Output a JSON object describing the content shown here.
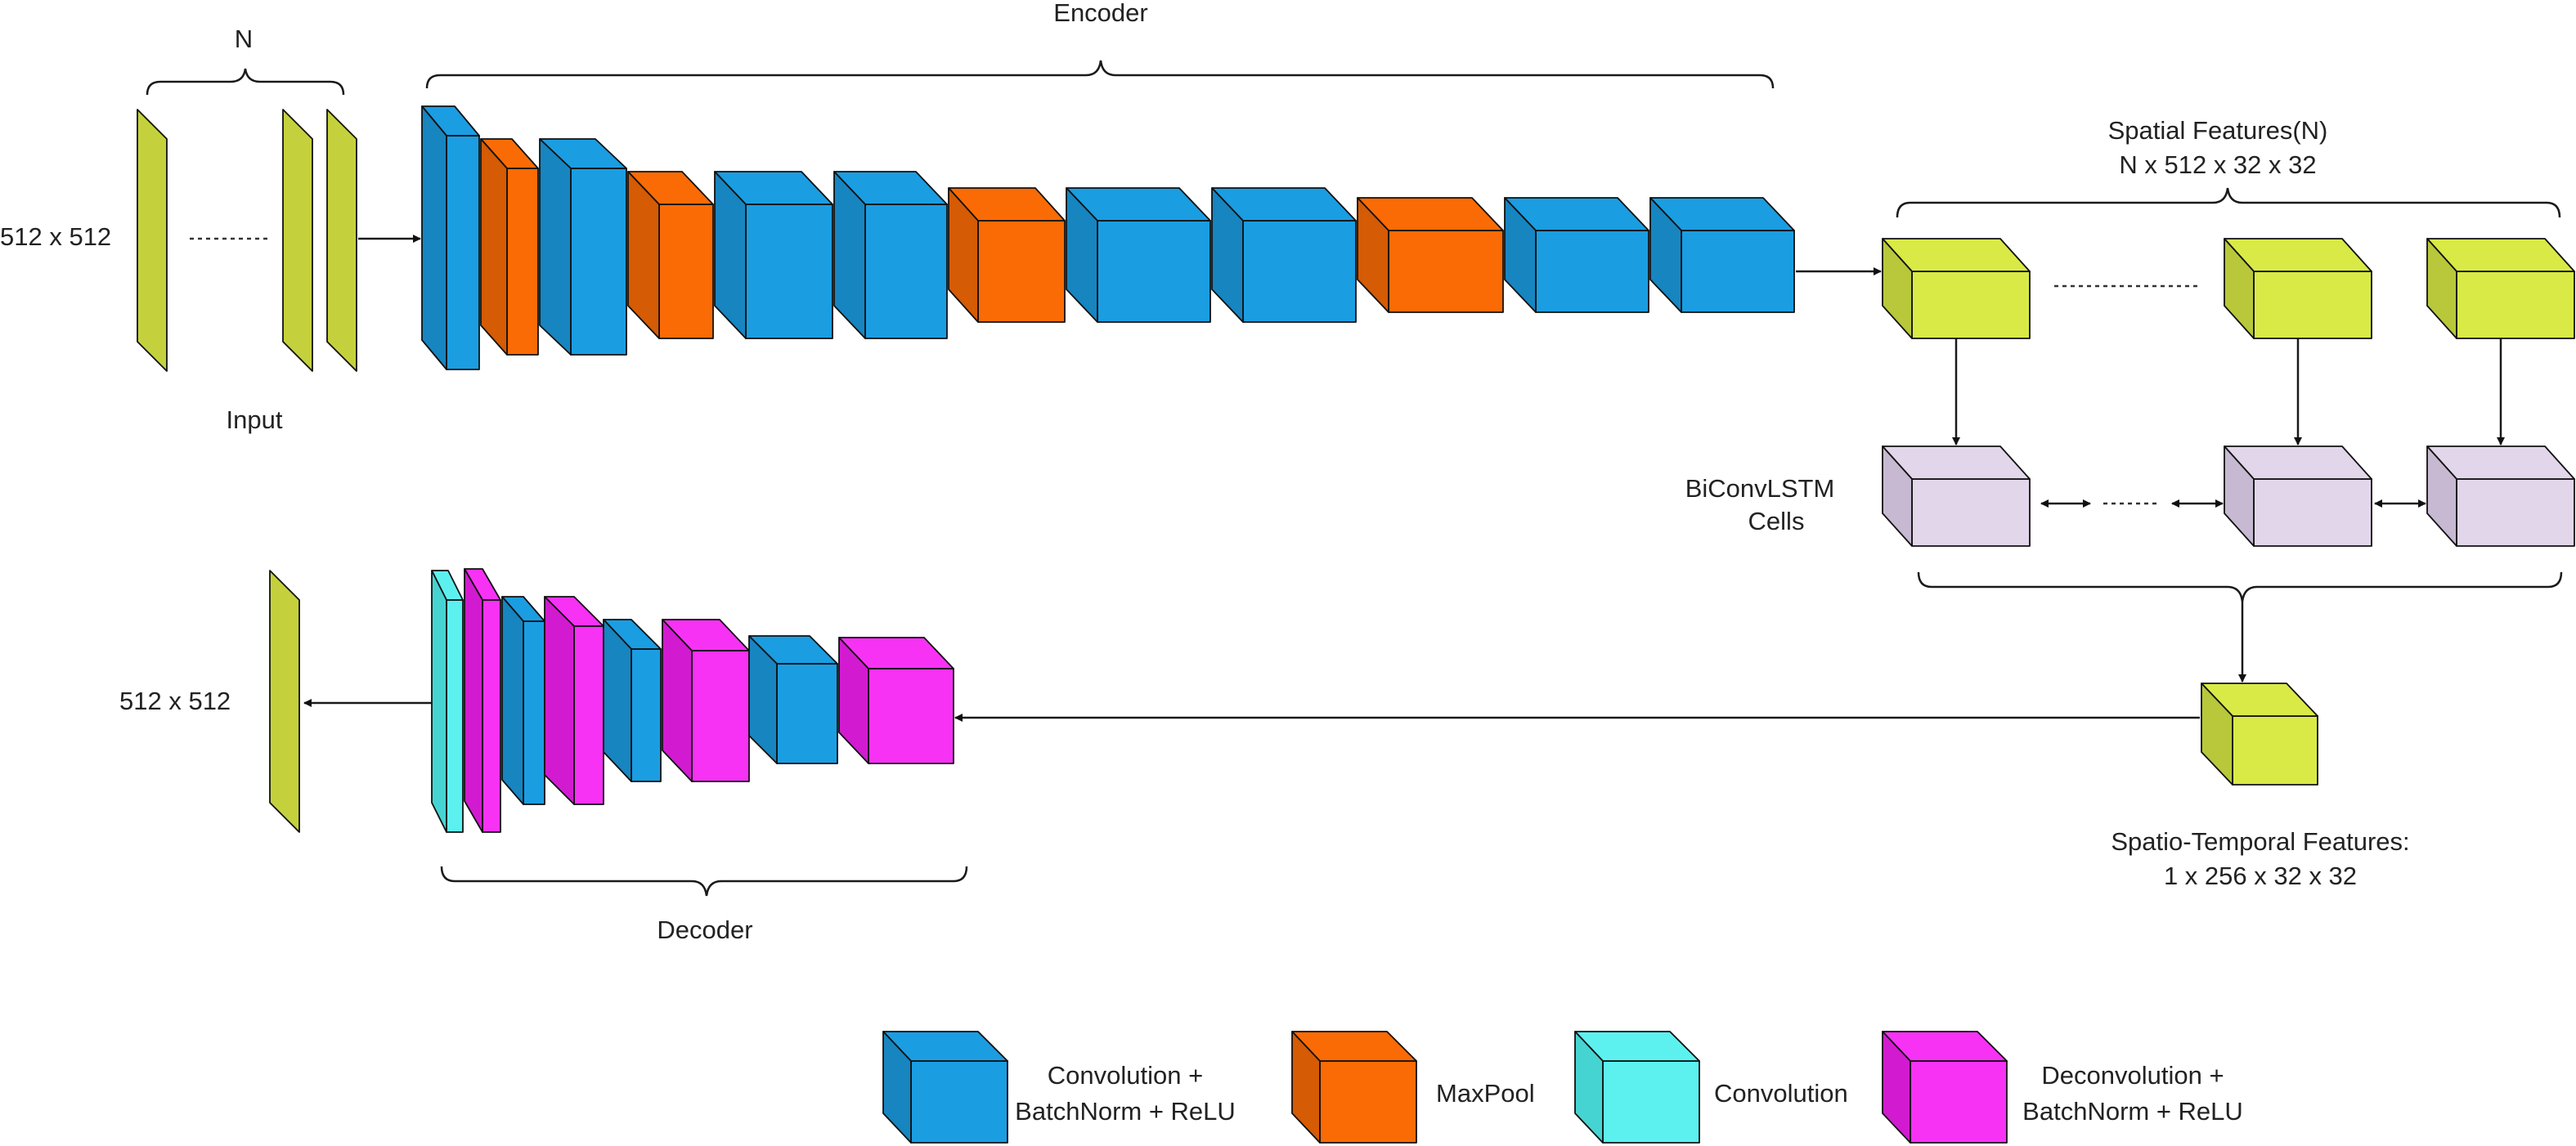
{
  "labels": {
    "encoder": "Encoder",
    "n": "N",
    "input_res": "512 x 512",
    "input": "Input",
    "spatial_line1": "Spatial Features(N)",
    "spatial_line2": "N x 512 x 32 x 32",
    "biconv_line1": "BiConvLSTM",
    "biconv_line2": "Cells",
    "output_res": "512 x 512",
    "decoder": "Decoder",
    "st_line1": "Spatio-Temporal Features:",
    "st_line2": "1 x 256 x 32 x 32"
  },
  "legend": {
    "conv_bn_relu_line1": "Convolution +",
    "conv_bn_relu_line2": "BatchNorm + ReLU",
    "maxpool": "MaxPool",
    "convolution": "Convolution",
    "deconv_line1": "Deconvolution +",
    "deconv_line2": "BatchNorm + ReLU"
  },
  "colors": {
    "conv": "#1B9DE2",
    "pool": "#FB6B05",
    "conv_plain": "#5CF1EF",
    "deconv": "#F732F5",
    "feature": "#D9EA46",
    "frame": "#C5D13C",
    "lstm": "#E2D6EA"
  }
}
